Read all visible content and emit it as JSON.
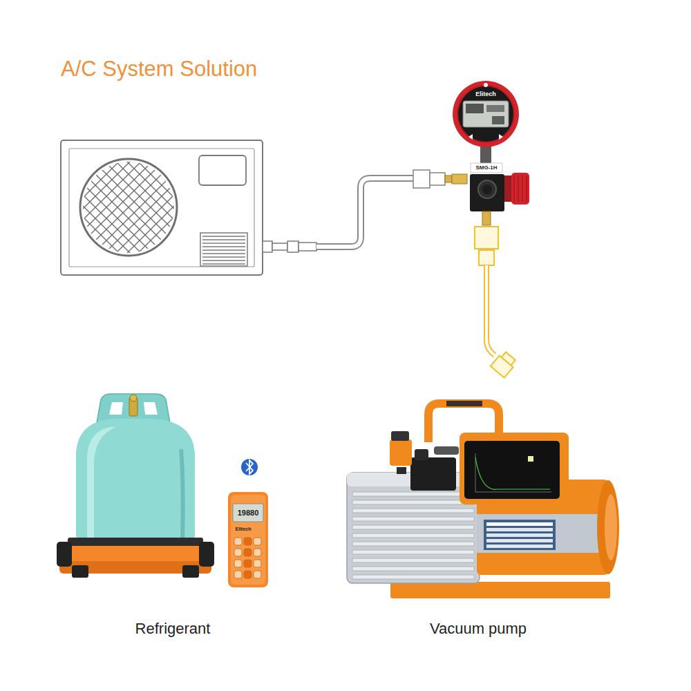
{
  "diagram": {
    "title": "A/C System Solution",
    "nodes": [
      {
        "text": [
          "Refrigerant"
        ]
      },
      {
        "text": [
          "Vacuum pump"
        ]
      }
    ],
    "labels": [
      "Elitech",
      "SMG-1H",
      "19880",
      "Elitech"
    ]
  }
}
